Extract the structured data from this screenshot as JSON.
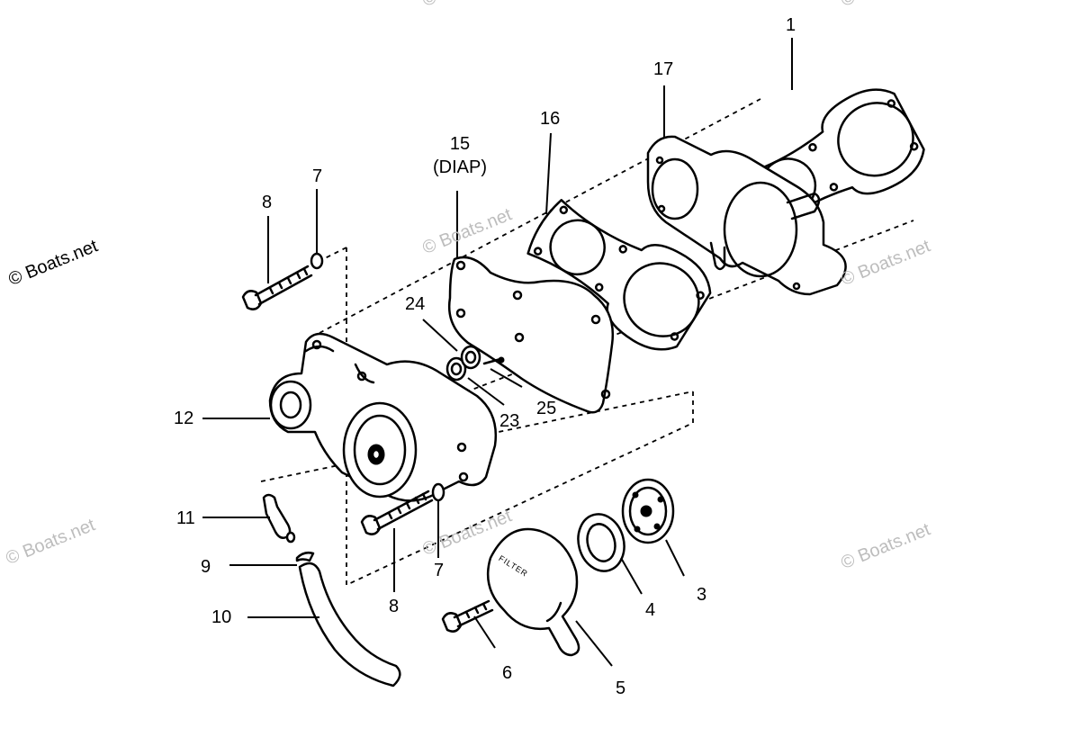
{
  "watermarks": [
    "© Boats.net",
    "© Boats.net",
    "© Boats.net",
    "© Boats.net",
    "© Boats.net",
    "© Boats.net",
    "© Boats.net",
    "© Boats.net"
  ],
  "callouts": {
    "c1": "1",
    "c17": "17",
    "c16": "16",
    "c15": "15",
    "c15_sub": "(DIAP)",
    "c8a": "8",
    "c7a": "7",
    "c24": "24",
    "c23": "23",
    "c25": "25",
    "c12": "12",
    "c11": "11",
    "c9": "9",
    "c10": "10",
    "c8b": "8",
    "c7b": "7",
    "c6": "6",
    "c5": "5",
    "c4": "4",
    "c3": "3"
  },
  "filter_text": "FILTER"
}
